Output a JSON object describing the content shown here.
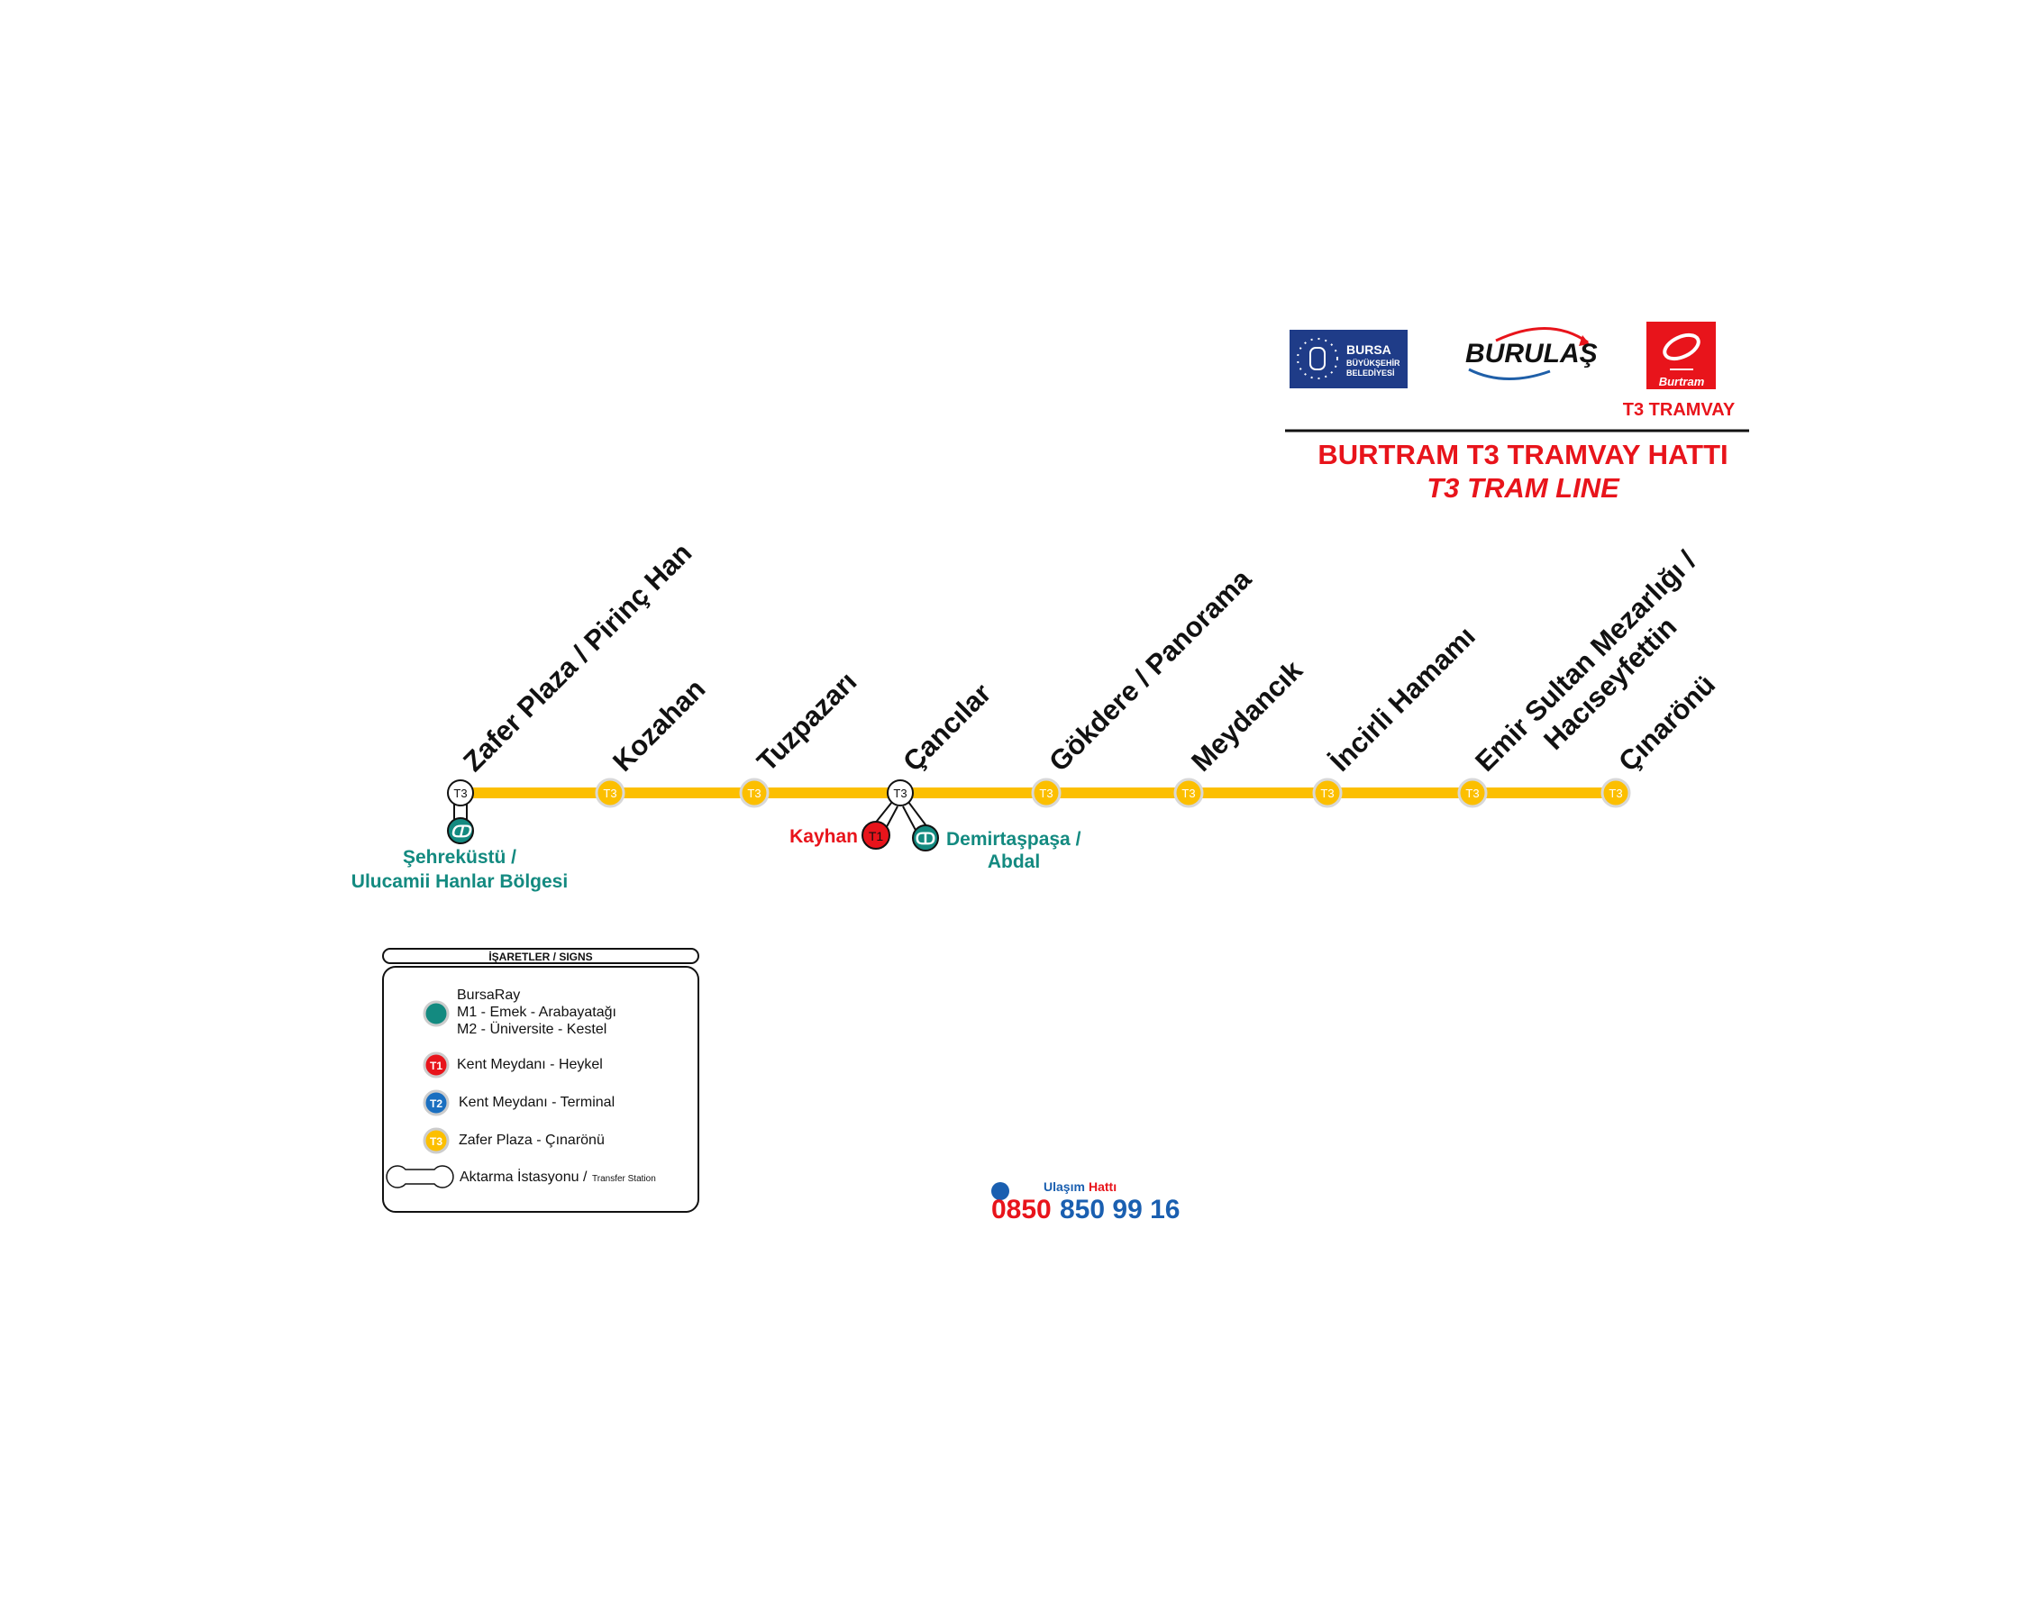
{
  "header": {
    "logos": [
      "BURSA BÜYÜKŞEHİR BELEDİYESİ",
      "BURULAŞ",
      "Burtram"
    ],
    "bursa_line1": "BURSA",
    "bursa_line2": "BÜYÜKŞEHİR",
    "bursa_line3": "BELEDİYESİ",
    "burulas": "BURULAŞ",
    "burtram": "Burtram",
    "tramvay_label": "T3 TRAMVAY",
    "title": "BURTRAM T3 TRAMVAY HATTI",
    "subtitle": "T3 TRAM LINE"
  },
  "colors": {
    "line": "#fcbf00",
    "red": "#e8141b",
    "teal": "#138a80",
    "navy": "#1f3c88",
    "blue": "#1a6fc0"
  },
  "line": {
    "badge": "T3",
    "stations": [
      {
        "name": "Zafer Plaza / Pirinç Han",
        "transfer": true
      },
      {
        "name": "Kozahan"
      },
      {
        "name": "Tuzpazarı"
      },
      {
        "name": "Çancılar",
        "transfer": true
      },
      {
        "name": "Gökdere / Panorama"
      },
      {
        "name": "Meydancık"
      },
      {
        "name": "İncirli Hamamı"
      },
      {
        "name": "Emir Sultan Mezarlığı /",
        "name2": "Hacıseyfettin"
      },
      {
        "name": "Çınarönü"
      }
    ],
    "transfers": {
      "sehrekustu_1": "Şehreküstü /",
      "sehrekustu_2": "Ulucamii Hanlar Bölgesi",
      "kayhan": "Kayhan",
      "t1_badge": "T1",
      "demirtas_1": "Demirtaşpaşa /",
      "demirtas_2": "Abdal"
    }
  },
  "legend": {
    "title": "İŞARETLER / SIGNS",
    "bursaray": "BursaRay",
    "m1": "M1 - Emek - Arabayatağı",
    "m2": "M2 - Üniversite - Kestel",
    "t1_badge": "T1",
    "t1": "Kent Meydanı - Heykel",
    "t2_badge": "T2",
    "t2": "Kent Meydanı - Terminal",
    "t3_badge": "T3",
    "t3": "Zafer Plaza - Çınarönü",
    "transfer": "Aktarma İstasyonu /",
    "transfer_en": "Transfer Station"
  },
  "hotline": {
    "label_1": "Ulaşım",
    "label_2": "Hattı",
    "number_1": "0850",
    "number_2": "850 99 16"
  }
}
